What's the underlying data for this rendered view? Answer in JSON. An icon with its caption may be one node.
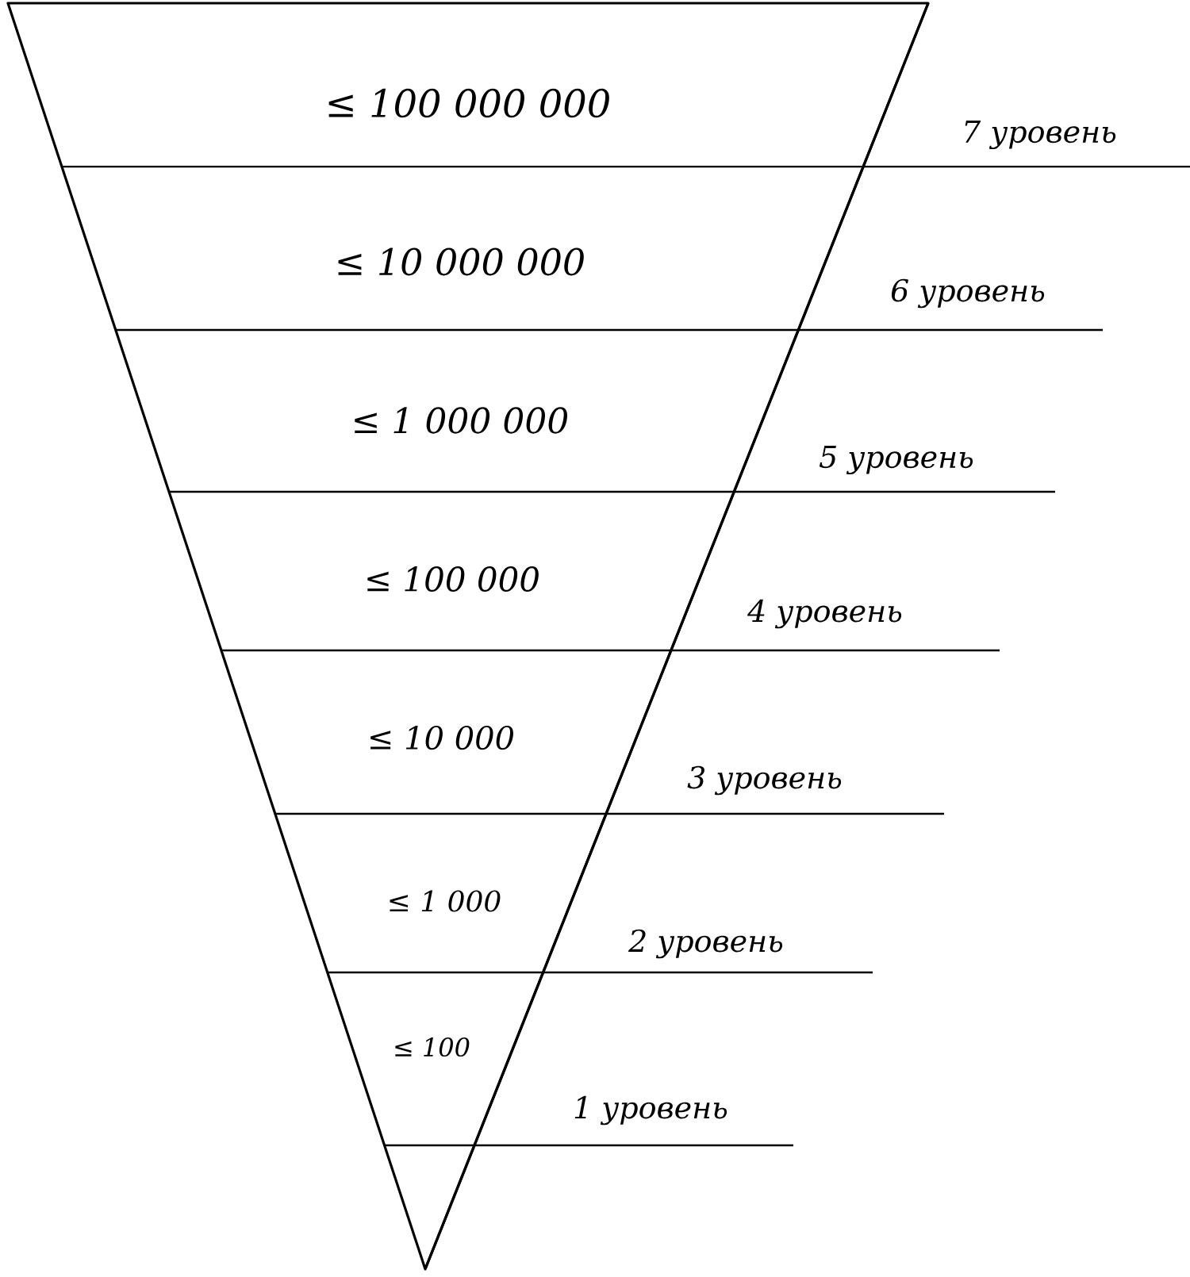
{
  "diagram": {
    "nodes": [
      {
        "text": [
          "≤ 100 000 000"
        ]
      },
      {
        "text": [
          "≤ 10 000 000"
        ]
      },
      {
        "text": [
          "≤ 1 000 000"
        ]
      },
      {
        "text": [
          "≤ 100 000"
        ]
      },
      {
        "text": [
          "≤ 10 000"
        ]
      },
      {
        "text": [
          "≤ 1 000"
        ]
      },
      {
        "text": [
          "≤ 100"
        ]
      }
    ],
    "labels": [
      "7 уровень",
      "6 уровень",
      "5 уровень",
      "4 уровень",
      "3 уровень",
      "2 уровень",
      "1 уровень"
    ]
  }
}
